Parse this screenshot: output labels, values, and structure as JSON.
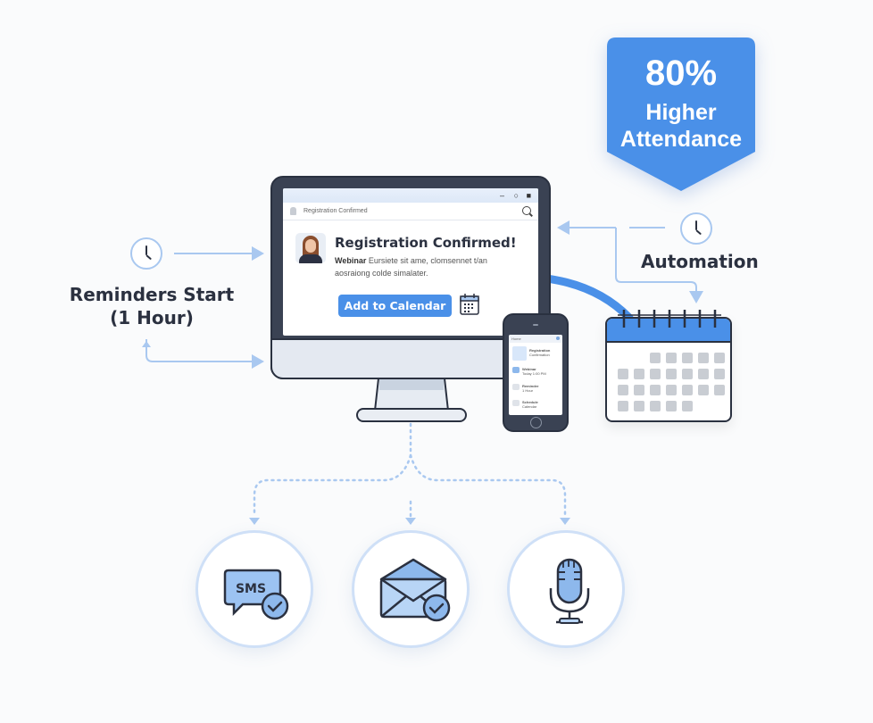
{
  "badge": {
    "percent": "80%",
    "line1": "Higher",
    "line2": "Attendance",
    "color": "#4a90e8"
  },
  "left_label": {
    "line1": "Reminders Start",
    "line2": "(1 Hour)",
    "icon": "clock-icon"
  },
  "right_label": {
    "text": "Automation",
    "icon": "clock-icon"
  },
  "monitor": {
    "window_controls": [
      "–",
      "○",
      "■"
    ],
    "address_text": "Registration Confirmed",
    "heading": "Registration Confirmed!",
    "body_bold": "Webinar",
    "body_text": " Eursiete sit ame, clomsennet t/an",
    "body_line2": "aosraiong colde simalater.",
    "cta_label": "Add to Calendar",
    "cta_color": "#4a90e8"
  },
  "phone": {
    "header": "Home",
    "rows": [
      {
        "title": "Registration",
        "sub": "Confirmation"
      },
      {
        "title": "Webinar",
        "sub": "Today 1:00 PM"
      },
      {
        "title": "Reminder",
        "sub": "1 Hour"
      },
      {
        "title": "Schedule",
        "sub": "Calendar"
      }
    ]
  },
  "channels": [
    {
      "name": "SMS",
      "icon": "sms-icon",
      "label": "SMS"
    },
    {
      "name": "Email",
      "icon": "email-icon"
    },
    {
      "name": "Voice",
      "icon": "microphone-icon"
    }
  ],
  "colors": {
    "accent": "#4a90e8",
    "line": "#a9c8f0",
    "dark": "#2b3140"
  }
}
